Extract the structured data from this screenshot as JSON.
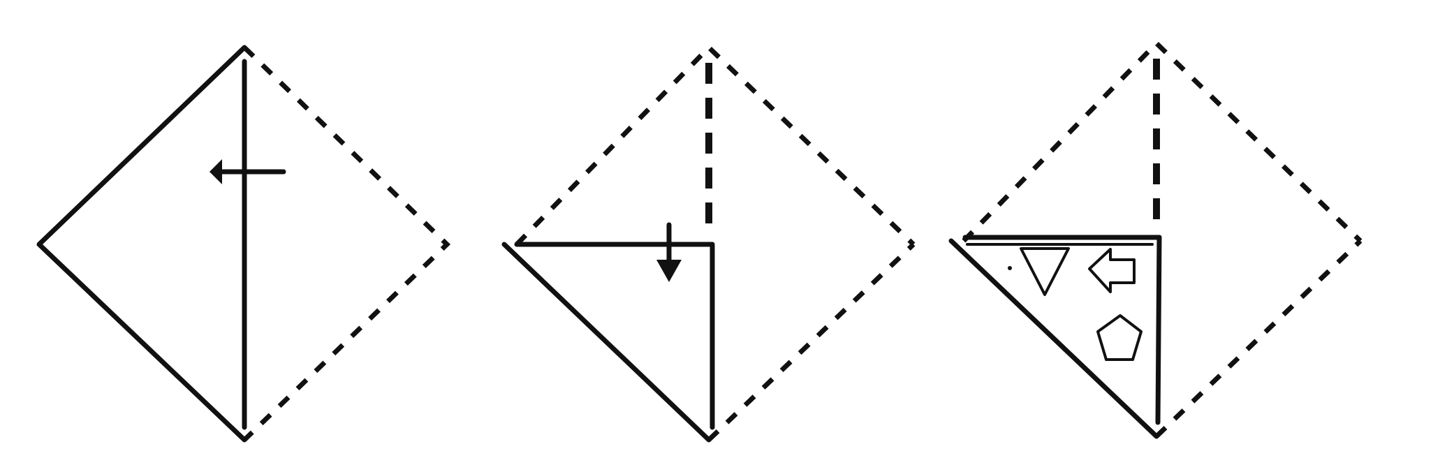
{
  "figure": {
    "panels": [
      {
        "id": "step-1",
        "fold_line": "vertical-diagonal",
        "arrow": "left"
      },
      {
        "id": "step-2",
        "fold_line": "horizontal-diagonal",
        "arrow": "down"
      },
      {
        "id": "step-3",
        "shapes": [
          "triangle",
          "arrow",
          "pentagon"
        ]
      }
    ]
  },
  "style": {
    "ink": "#111111",
    "background": "#ffffff"
  }
}
